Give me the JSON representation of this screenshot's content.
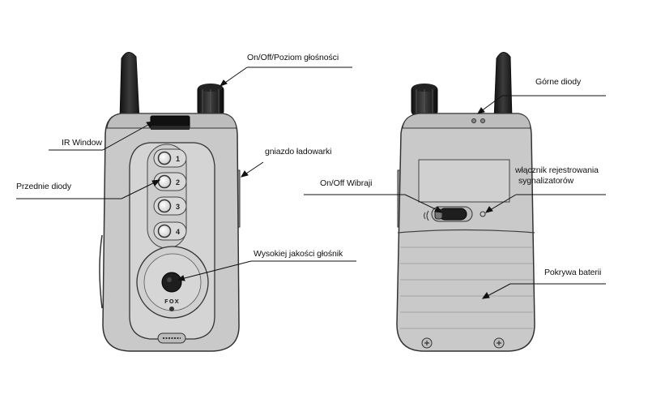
{
  "front": {
    "labels": {
      "volume": "On/Off/Poziom głośności",
      "ir_window": "IR Window",
      "charger": "gniazdo ładowarki",
      "front_leds": "Przednie diody",
      "speaker": "Wysokiej jakości głośnik"
    },
    "led_numbers": [
      "1",
      "2",
      "3",
      "4"
    ],
    "brand": "FOX"
  },
  "back": {
    "labels": {
      "top_leds": "Górne diody",
      "register_switch_line1": "włącznik rejestrowania",
      "register_switch_line2": "sygnalizatorów",
      "vibration": "On/Off Wibraji",
      "battery_cover": "Pokrywa baterii"
    }
  },
  "colors": {
    "body": "#c8c8c8",
    "panel": "#d2d2d2",
    "outline": "#333333",
    "antenna": "#2a2a2a"
  }
}
